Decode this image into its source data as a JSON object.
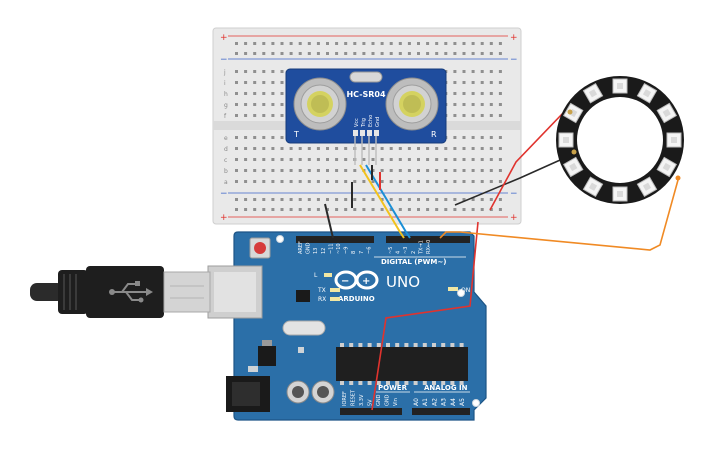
{
  "sensor": {
    "model": "HC-SR04",
    "left_mark": "T",
    "right_mark": "R",
    "pins": [
      "Vcc",
      "Trig",
      "Echo",
      "Gnd"
    ]
  },
  "breadboard": {
    "plus": "+",
    "minus": "−",
    "row_letters_top": [
      "j",
      "i",
      "h",
      "g",
      "f"
    ],
    "row_letters_bottom": [
      "e",
      "d",
      "c",
      "b",
      "a"
    ]
  },
  "arduino": {
    "brand": "ARDUINO",
    "model": "UNO",
    "digital_label": "DIGITAL (PWM~)",
    "power_label": "POWER",
    "analog_label": "ANALOG IN",
    "on_label": "ON",
    "led_labels": [
      "L",
      "TX",
      "RX"
    ],
    "digital_pins": [
      "AREF",
      "GND",
      "13",
      "12",
      "~11",
      "~10",
      "~9",
      "8",
      "7",
      "~6",
      "~5",
      "4",
      "~3",
      "2",
      "TX→1",
      "RX←0"
    ],
    "power_pins": [
      "IOREF",
      "RESET",
      "3.3V",
      "5V",
      "GND",
      "GND",
      "Vin"
    ],
    "analog_pins": [
      "A0",
      "A1",
      "A2",
      "A3",
      "A4",
      "A5"
    ]
  },
  "colors": {
    "board_blue": "#2b6fa8",
    "sensor_blue": "#1f4d9e",
    "wire_red": "#e0332e",
    "wire_orange": "#f08a24",
    "wire_yellow": "#f2c21c",
    "wire_blue": "#1a8fd6",
    "wire_black": "#2a2a2a"
  }
}
